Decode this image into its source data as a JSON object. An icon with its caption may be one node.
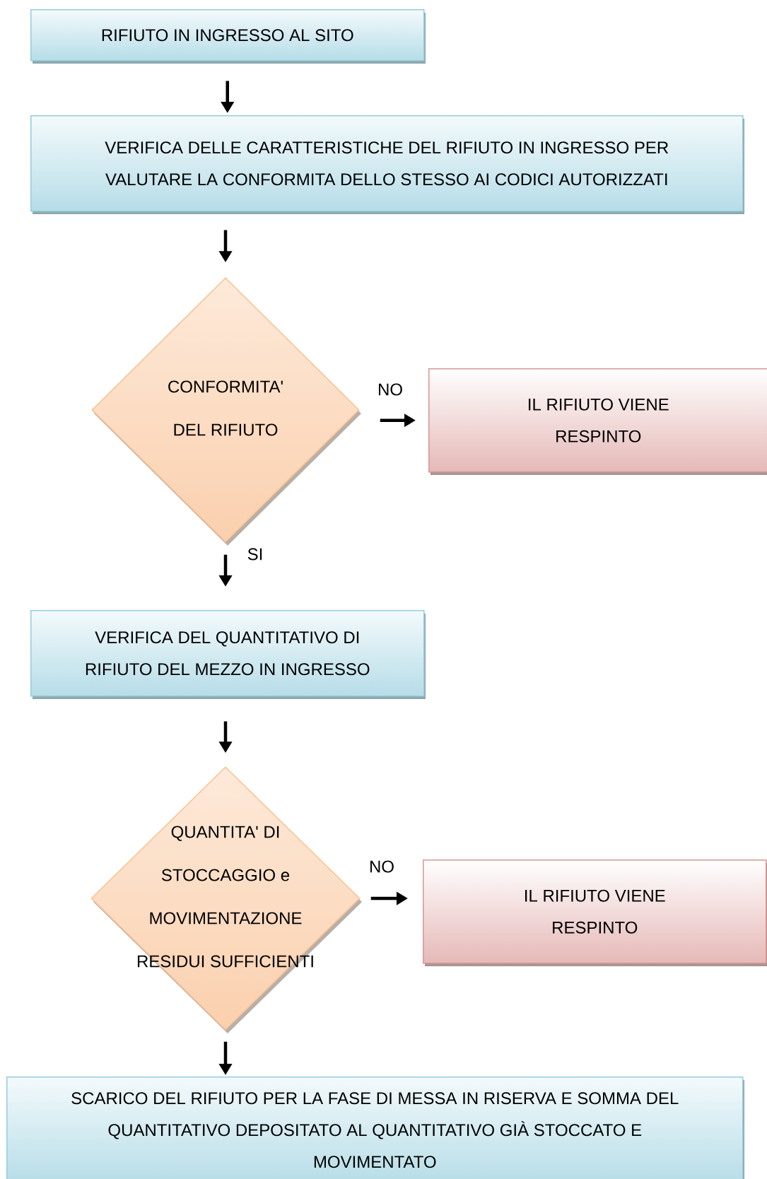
{
  "diagram": {
    "nodes": [
      {
        "text": [
          "RIFIUTO IN INGRESSO AL SITO"
        ]
      },
      {
        "text": [
          "VERIFICA DELLE CARATTERISTICHE DEL RIFIUTO IN INGRESSO PER VALUTARE LA CONFORMITA DELLO STESSO AI CODICI AUTORIZZATI"
        ]
      },
      {
        "text": [
          "CONFORMITA' DEL RIFIUTO"
        ]
      },
      {
        "text": [
          "IL RIFIUTO VIENE RESPINTO"
        ]
      },
      {
        "text": [
          "VERIFICA DEL QUANTITATIVO DI RIFIUTO DEL MEZZO IN INGRESSO"
        ]
      },
      {
        "text": [
          "QUANTITA' DI STOCCAGGIO e MOVIMENTAZIONE RESIDUI SUFFICIENTI"
        ]
      },
      {
        "text": [
          "IL RIFIUTO VIENE RESPINTO"
        ]
      },
      {
        "text": [
          "SCARICO DEL RIFIUTO PER LA FASE DI MESSA IN RISERVA E SOMMA DEL QUANTITATIVO DEPOSITATO AL QUANTITATIVO GIÀ STOCCATO E MOVIMENTATO"
        ]
      }
    ],
    "edges": [
      {
        "from": 0,
        "to": 1,
        "arrow": "to"
      },
      {
        "from": 1,
        "to": 2,
        "arrow": "to"
      },
      {
        "from": 2,
        "to": 3,
        "arrow": "to",
        "label": "NO"
      },
      {
        "from": 2,
        "to": 4,
        "arrow": "to",
        "label": "SI"
      },
      {
        "from": 4,
        "to": 5,
        "arrow": "to"
      },
      {
        "from": 5,
        "to": 6,
        "arrow": "to",
        "label": "NO"
      },
      {
        "from": 5,
        "to": 7,
        "arrow": "to"
      }
    ]
  }
}
